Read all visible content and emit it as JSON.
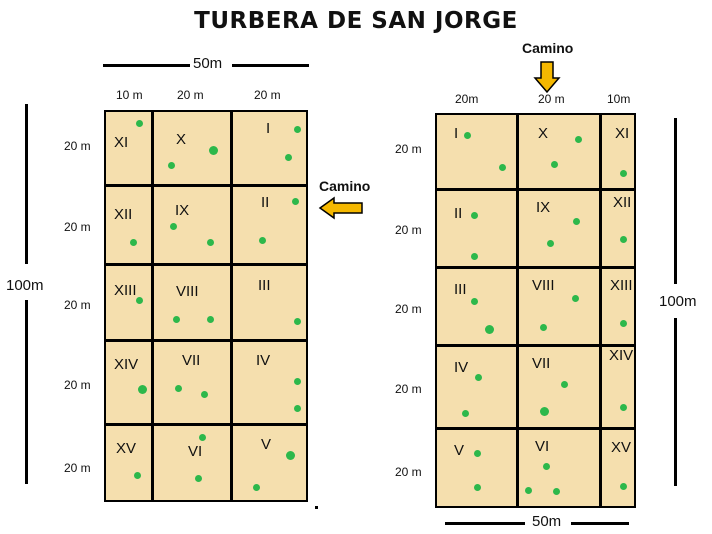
{
  "title": "TURBERA DE SAN JORGE",
  "path_label": "Camino",
  "colors": {
    "plot_fill": "#F5DFAE",
    "point": "#2DB84B",
    "arrow": "#F5B800",
    "line": "#000000"
  },
  "left_layout": {
    "width_label": "50m",
    "height_label": "100m",
    "column_labels": [
      "10 m",
      "20 m",
      "20 m"
    ],
    "row_labels": [
      "20 m",
      "20 m",
      "20 m",
      "20 m",
      "20 m"
    ],
    "plots": [
      [
        "XI",
        "X",
        "I"
      ],
      [
        "XII",
        "IX",
        "II"
      ],
      [
        "XIII",
        "VIII",
        "III"
      ],
      [
        "XIV",
        "VII",
        "IV"
      ],
      [
        "XV",
        "VI",
        "V"
      ]
    ]
  },
  "right_layout": {
    "width_label": "50m",
    "height_label": "100m",
    "column_labels": [
      "20m",
      "20 m",
      "10m"
    ],
    "row_labels": [
      "20 m",
      "20 m",
      "20 m",
      "20 m",
      "20 m"
    ],
    "plots": [
      [
        "I",
        "X",
        "XI"
      ],
      [
        "II",
        "IX",
        "XII"
      ],
      [
        "III",
        "VIII",
        "XIII"
      ],
      [
        "IV",
        "VII",
        "XIV"
      ],
      [
        "V",
        "VI",
        "XV"
      ]
    ]
  }
}
